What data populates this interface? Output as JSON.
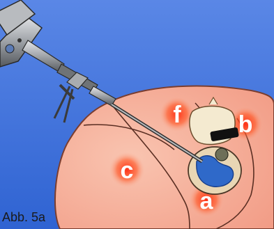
{
  "figure": {
    "caption": "Abb. 5a",
    "labels": {
      "a": "a",
      "b": "b",
      "c": "c",
      "f": "f"
    }
  },
  "colors": {
    "background_top": "#5a87e6",
    "background_bottom": "#2f63d2",
    "tissue": "#f7b9a3",
    "tissue_edge": "#8a4b3a",
    "label_glow": "#ff3a1a",
    "instrument_dark": "#4b4b4b",
    "instrument_light": "#c7c9cc",
    "disc_blue": "#2f69c9",
    "vertebra": "#f4ead0"
  }
}
